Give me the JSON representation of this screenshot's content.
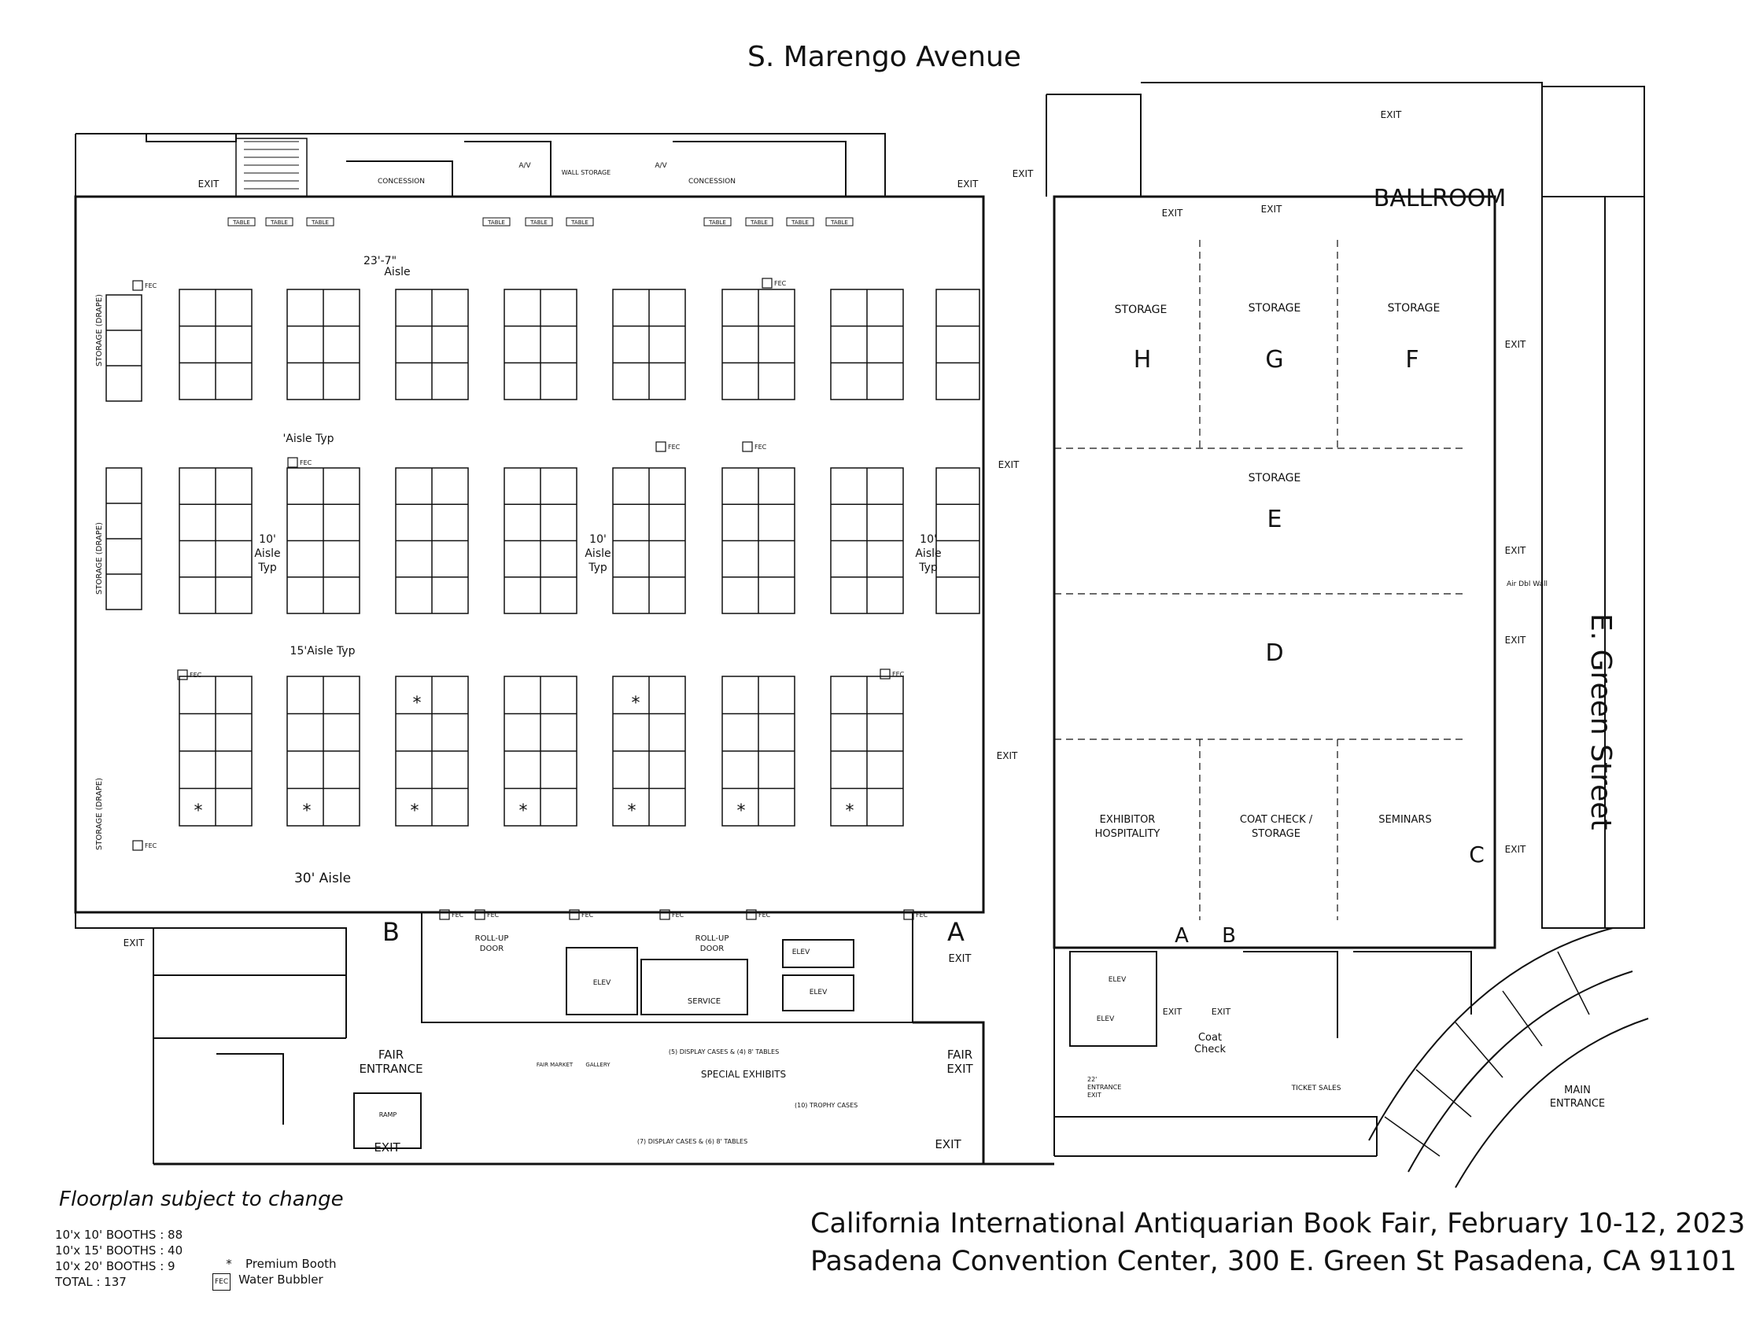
{
  "streets": {
    "top": "S. Marengo Avenue",
    "right": "E. Green Street"
  },
  "exhibit_hall": {
    "aisles": [
      "23'-7\"",
      "Aisle",
      "'Aisle Typ",
      "10'",
      "Aisle",
      "Typ",
      "15'Aisle Typ",
      "30' Aisle"
    ],
    "storage_drape": "STORAGE (DRAPE)",
    "concession": "CONCESSION",
    "wall_storage": "WALL STORAGE",
    "av": "A/V",
    "table": "TABLE",
    "fec": "FEC",
    "premium_mark": "*"
  },
  "ballroom": {
    "title": "BALLROOM",
    "sections": [
      {
        "letter": "H",
        "label": "STORAGE"
      },
      {
        "letter": "G",
        "label": "STORAGE"
      },
      {
        "letter": "F",
        "label": "STORAGE"
      },
      {
        "letter": "E",
        "label": "STORAGE"
      },
      {
        "letter": "D",
        "label": ""
      }
    ],
    "bottom_rooms": [
      "EXHIBITOR",
      "HOSPITALITY",
      "COAT CHECK /",
      "STORAGE",
      "SEMINARS"
    ],
    "wall_note": "Air Dbl Wall",
    "side_letter": "C"
  },
  "bottom": {
    "doors": [
      "A",
      "B"
    ],
    "roll_up": [
      "ROLL-UP",
      "DOOR"
    ],
    "elev": "ELEV",
    "service": "SERVICE",
    "fair_entrance": [
      "FAIR",
      "ENTRANCE"
    ],
    "fair_exit": [
      "FAIR",
      "EXIT"
    ],
    "special_exhibits": "SPECIAL EXHIBITS",
    "display_cases_1": "(5) DISPLAY CASES & (4) 8' TABLES",
    "display_cases_2": "(7) DISPLAY CASES & (6) 8' TABLES",
    "trophy_cases": "(10) TROPHY CASES",
    "fair_market": "FAIR MARKET",
    "gallery": "GALLERY",
    "coat_check": [
      "Coat",
      "Check"
    ],
    "entrance_exit": [
      "22'",
      "ENTRANCE",
      "EXIT"
    ],
    "ticket_sales": "TICKET SALES",
    "main_entrance": [
      "MAIN",
      "ENTRANCE"
    ],
    "ramp": "RAMP",
    "exit": "EXIT"
  },
  "notes": {
    "subject_to_change": "Floorplan subject to change",
    "booth_counts": [
      "10'x 10' BOOTHS : 88",
      "10'x 15' BOOTHS : 40",
      "10'x 20' BOOTHS : 9",
      "TOTAL : 137"
    ],
    "legend": [
      {
        "symbol": "*",
        "label": "Premium Booth"
      },
      {
        "symbol": "FEC",
        "label": "Water Bubbler"
      }
    ]
  },
  "footer": {
    "line1": "California International Antiquarian Book Fair, February 10-12, 2023",
    "line2": "Pasadena Convention Center, 300 E. Green St Pasadena, CA 91101"
  }
}
